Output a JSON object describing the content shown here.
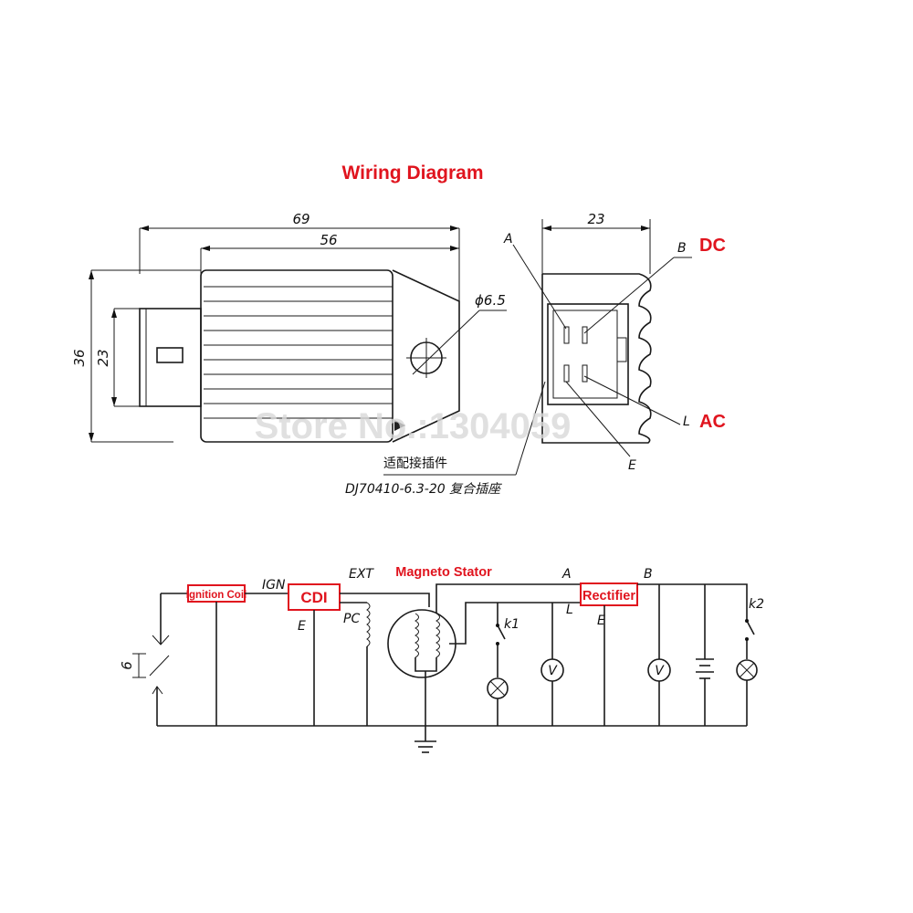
{
  "title": "Wiring Diagram",
  "watermark": "Store No.:1304059",
  "dimensions": {
    "width_total": "69",
    "width_body": "56",
    "height_total": "36",
    "height_connector": "23",
    "side_width": "23",
    "hole": "ϕ6.5"
  },
  "terminals": {
    "a": "A",
    "b": "B",
    "l": "L",
    "e": "E"
  },
  "outputs": {
    "dc": "DC",
    "ac": "AC"
  },
  "connector_note": {
    "line1": "适配接插件",
    "line2": "DJ70410-6.3-20 复合插座"
  },
  "schematic": {
    "ignition_coil": "Ignition Coil",
    "cdi": "CDI",
    "magneto_stator": "Magneto Stator",
    "rectifier": "Rectifier",
    "ign": "IGN",
    "ext": "EXT",
    "pc": "PC",
    "e_cdi": "E",
    "a": "A",
    "b": "B",
    "l": "L",
    "e_rect": "E",
    "k1": "k1",
    "k2": "k2",
    "spark_gap": "6",
    "meter": "V"
  },
  "colors": {
    "label_red": "#e0141e",
    "box_border": "#e0141e",
    "box_fill": "#e0141e"
  }
}
